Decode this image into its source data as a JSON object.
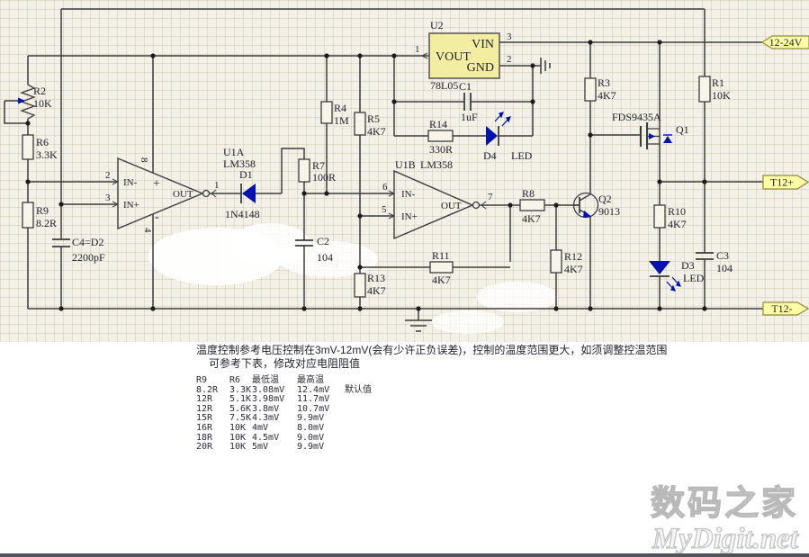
{
  "schematic": {
    "tags": {
      "supply": "12-24V",
      "t12_plus": "T12+",
      "t12_minus": "T12-"
    },
    "u2": {
      "ref": "U2",
      "part": "78L05",
      "vout": "VOUT",
      "vin": "VIN",
      "gnd": "GND",
      "pin1": "1",
      "pin2": "2",
      "pin3": "3"
    },
    "u1a": {
      "ref": "U1A",
      "part": "LM358",
      "in_minus": "IN-",
      "in_plus": "IN+",
      "out": "OUT",
      "plus": "+",
      "minus": "-",
      "pin2": "2",
      "pin3": "3",
      "pin1": "1",
      "pin8": "8",
      "pin4": "4"
    },
    "u1b": {
      "ref": "U1B",
      "part": "LM358",
      "in_minus": "IN-",
      "in_plus": "IN+",
      "out": "OUT",
      "pin6": "6",
      "pin5": "5",
      "pin7": "7"
    },
    "r1": {
      "ref": "R1",
      "val": "10K"
    },
    "r2": {
      "ref": "R2",
      "val": "10K"
    },
    "r3": {
      "ref": "R3",
      "val": "4K7"
    },
    "r4": {
      "ref": "R4",
      "val": "1M"
    },
    "r5": {
      "ref": "R5",
      "val": "4K7"
    },
    "r6": {
      "ref": "R6",
      "val": "3.3K"
    },
    "r7": {
      "ref": "R7",
      "val": "100R"
    },
    "r8": {
      "ref": "R8",
      "val": "4K7"
    },
    "r9": {
      "ref": "R9",
      "val": "8.2R"
    },
    "r10": {
      "ref": "R10",
      "val": "4K7"
    },
    "r11": {
      "ref": "R11",
      "val": "4K7"
    },
    "r12": {
      "ref": "R12",
      "val": "4K7"
    },
    "r13": {
      "ref": "R13",
      "val": "4K7"
    },
    "r14": {
      "ref": "R14",
      "val": "330R"
    },
    "c1": {
      "ref": "C1",
      "val": "1uF"
    },
    "c2": {
      "ref": "C2",
      "val": "104"
    },
    "c3": {
      "ref": "C3",
      "val": "104"
    },
    "c4": {
      "ref": "C4=D2",
      "val": "2200pF"
    },
    "d1": {
      "ref": "D1",
      "val": "1N4148"
    },
    "d3": {
      "ref": "D3",
      "val": "LED"
    },
    "d4": {
      "ref": "D4",
      "val": "LED"
    },
    "q1": {
      "ref": "Q1",
      "part": "FDS9435A"
    },
    "q2": {
      "ref": "Q2",
      "part": "9013"
    }
  },
  "notes": {
    "line1": "温度控制参考电压控制在3mV-12mV(会有少许正负误差)，控制的温度范围更大，如须调整控温范围",
    "line2": "可参考下表，修改对应电阻阻值"
  },
  "table": {
    "col_r9": "R9",
    "col_r6": "R6",
    "col_min": "最低温",
    "col_max": "最高温",
    "rows": [
      [
        "8.2R",
        "3.3K",
        "3.08mV",
        "12.4mV",
        "默认值"
      ],
      [
        "12R",
        "5.1K",
        "3.98mV",
        "11.7mV",
        ""
      ],
      [
        "12R",
        "5.6K",
        "3.8mV",
        "10.7mV",
        ""
      ],
      [
        "15R",
        "7.5K",
        "4.3mV",
        "9.9mV",
        ""
      ],
      [
        "16R",
        "10K",
        "4mV",
        "8.0mV",
        ""
      ],
      [
        "18R",
        "10K",
        "4.5mV",
        "9.0mV",
        ""
      ],
      [
        "20R",
        "10K",
        "5mV",
        "9.9mV",
        ""
      ]
    ]
  },
  "watermark": {
    "cn": "数码之家",
    "en": "MyDigit.net"
  },
  "colors": {
    "wire": "#3c3c3c",
    "diode_blue": "#0012b0",
    "tag_fill": "#ffffa6",
    "ic_fill": "#f3eda2"
  }
}
